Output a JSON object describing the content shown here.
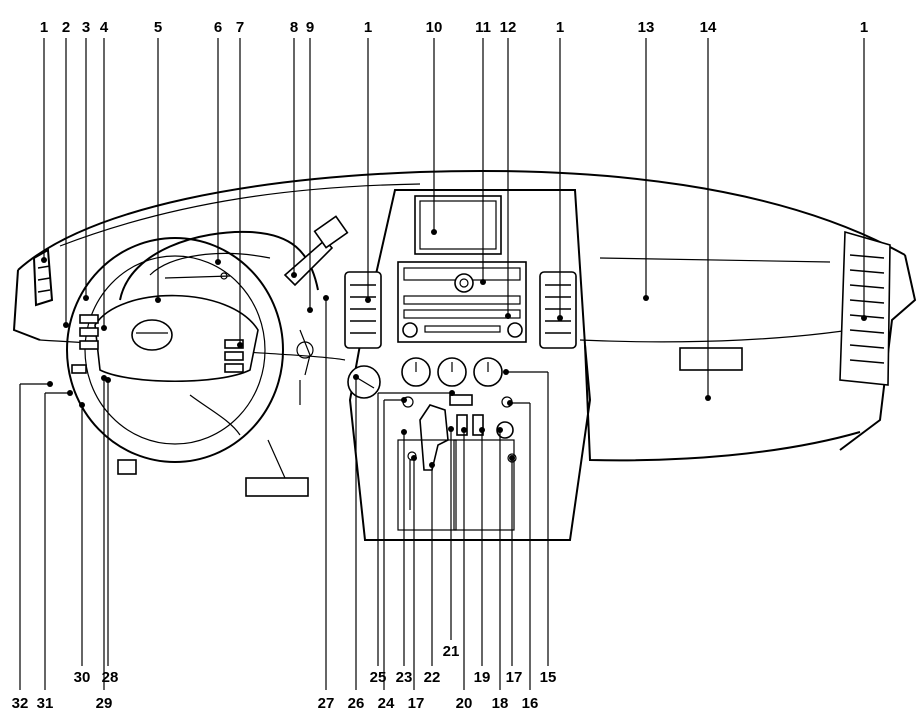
{
  "diagram": {
    "callouts_top": [
      "1",
      "2",
      "3",
      "4",
      "5",
      "6",
      "7",
      "8",
      "9",
      "1",
      "10",
      "11",
      "12",
      "1",
      "13",
      "14",
      "1"
    ],
    "callouts_bottom": [
      "32",
      "31",
      "30",
      "29",
      "28",
      "27",
      "26",
      "25",
      "24",
      "23",
      "22",
      "21",
      "17",
      "20",
      "19",
      "18",
      "17",
      "16",
      "15"
    ]
  }
}
